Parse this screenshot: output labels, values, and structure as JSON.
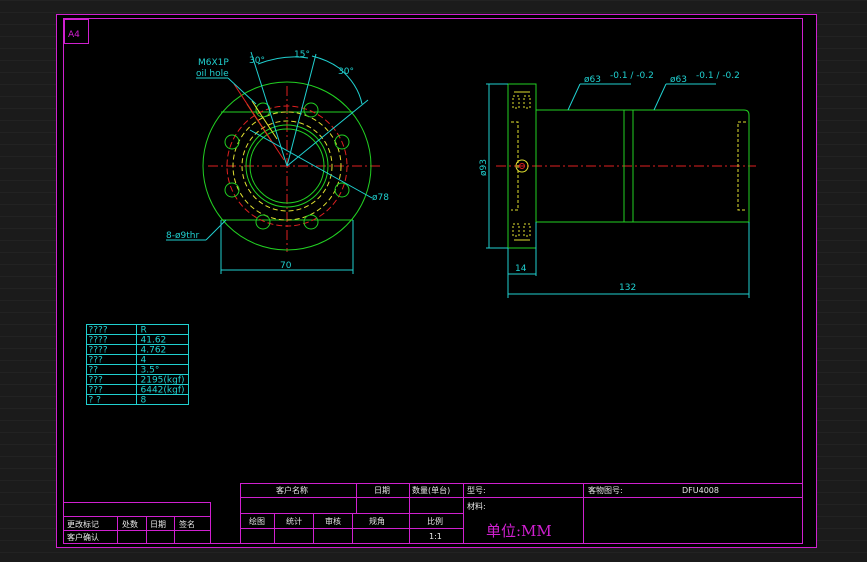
{
  "sheet": {
    "size_label": "A4"
  },
  "front_view": {
    "thread_label": "M6X1P",
    "oil_hole_label": "oil hole",
    "angle_a": "30°",
    "angle_b": "15°",
    "angle_c": "30°",
    "bolt_circle": "ø78",
    "holes_label": "8-ø9thr",
    "width_dim": "70"
  },
  "side_view": {
    "dia_left": "ø63",
    "dia_left_tol": "-0.1 / -0.2",
    "dia_right": "ø63",
    "dia_right_tol": "-0.1 / -0.2",
    "flange_dia": "ø93",
    "flange_thk": "14",
    "length": "132"
  },
  "spec_table": {
    "rows": [
      {
        "label": "????",
        "value": "R"
      },
      {
        "label": "????",
        "value": "41.62"
      },
      {
        "label": "????",
        "value": "4.762"
      },
      {
        "label": "???",
        "value": "4"
      },
      {
        "label": "??",
        "value": "3.5°"
      },
      {
        "label": "???",
        "value": "2195(kgf)"
      },
      {
        "label": "???",
        "value": "6442(kgf)"
      },
      {
        "label": "? ?",
        "value": "8"
      }
    ]
  },
  "title_block": {
    "customer_name": "客户名称",
    "date": "日期",
    "qty": "数量(单台)",
    "model": "型号:",
    "drawing_no_label": "客物图号:",
    "drawing_no": "DFU4008",
    "material": "材料:",
    "drafted": "绘图",
    "stats": "统计",
    "review": "审核",
    "spec": "规角",
    "scale_label": "比例",
    "scale": "1:1",
    "unit": "单位:MM",
    "change_label": "更改标记",
    "place": "处数",
    "date2": "日期",
    "sign": "签名",
    "customer_confirm": "客户确认"
  }
}
